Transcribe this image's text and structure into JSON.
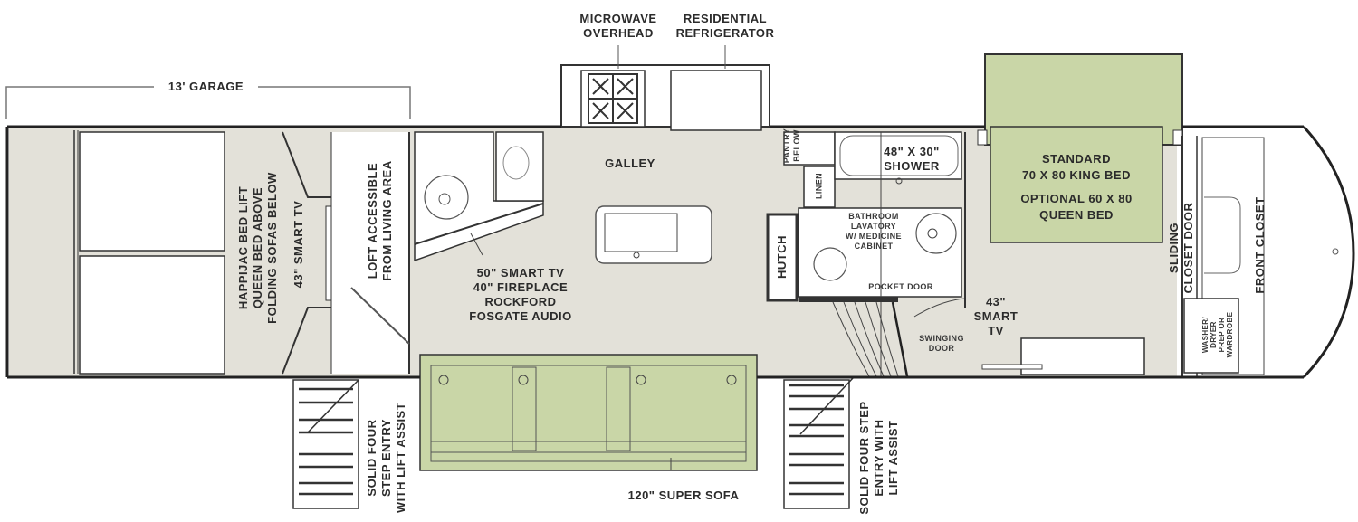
{
  "colors": {
    "floor": "#e3e1d9",
    "green": "#c9d6a7",
    "wall": "#2b2b2b",
    "white": "#ffffff"
  },
  "dimension": {
    "garage": "13' GARAGE"
  },
  "labels": {
    "microwave": [
      "MICROWAVE",
      "OVERHEAD"
    ],
    "refrigerator": [
      "RESIDENTIAL",
      "REFRIGERATOR"
    ],
    "galley": "GALLEY",
    "happijac": [
      "HAPPIJAC BED LIFT",
      "QUEEN BED ABOVE",
      "FOLDING SOFAS BELOW"
    ],
    "garage_tv": "43\" SMART TV",
    "loft": [
      "LOFT ACCESSIBLE",
      "FROM LIVING AREA"
    ],
    "living_features": [
      "50\" SMART TV",
      "40\" FIREPLACE",
      "ROCKFORD",
      "FOSGATE AUDIO"
    ],
    "pantry": [
      "PANTRY",
      "BELOW"
    ],
    "linen": "LINEN",
    "hutch": "HUTCH",
    "shower": [
      "48\" X 30\"",
      "SHOWER"
    ],
    "bathroom": [
      "BATHROOM",
      "LAVATORY",
      "W/ MEDICINE",
      "CABINET"
    ],
    "pocket_door": "POCKET DOOR",
    "swinging_door": [
      "SWINGING",
      "DOOR"
    ],
    "bed": [
      "STANDARD",
      "70 X 80 KING BED",
      "OPTIONAL 60 X 80",
      "QUEEN BED"
    ],
    "bedroom_tv": [
      "43\"",
      "SMART",
      "TV"
    ],
    "sliding_closet": [
      "SLIDING",
      "CLOSET DOOR"
    ],
    "front_closet": "FRONT CLOSET",
    "washer": [
      "WASHER/",
      "DRYER",
      "PREP OR",
      "WARDROBE"
    ],
    "entry_rear": [
      "SOLID FOUR",
      "STEP ENTRY",
      "WITH LIFT ASSIST"
    ],
    "entry_front": [
      "SOLID FOUR STEP",
      "ENTRY WITH",
      "LIFT ASSIST"
    ],
    "sofa": "120\" SUPER SOFA"
  }
}
